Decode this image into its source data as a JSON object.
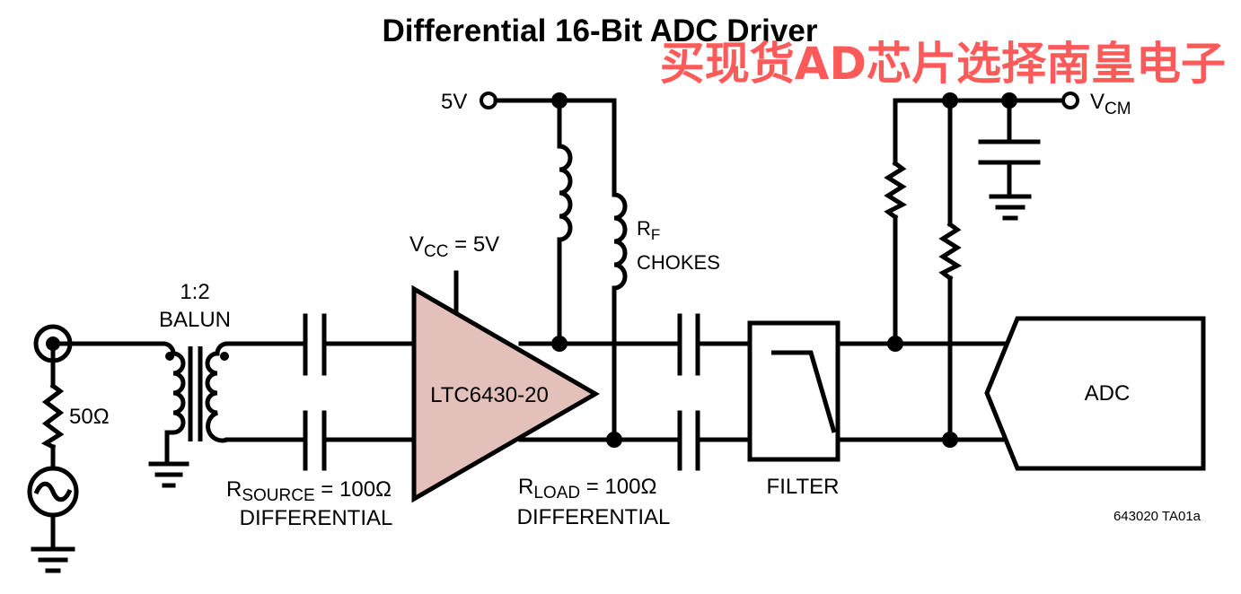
{
  "title": "Differential 16-Bit ADC Driver",
  "supply": {
    "label": "5V"
  },
  "vcm": {
    "label_main": "V",
    "label_sub": "CM"
  },
  "vcc": {
    "label_main": "V",
    "label_sub": "CC",
    "label_rest": " = 5V"
  },
  "balun": {
    "ratio": "1:2",
    "name": "BALUN"
  },
  "source_resistor": {
    "value": "50Ω"
  },
  "rsource": {
    "main": "R",
    "sub": "SOURCE",
    "rest": " = 100Ω",
    "line2": "DIFFERENTIAL"
  },
  "rload": {
    "main": "R",
    "sub": "LOAD",
    "rest": " = 100Ω",
    "line2": "DIFFERENTIAL"
  },
  "amplifier": {
    "part": "LTC6430-20",
    "fill": "#e4c0ba"
  },
  "chokes": {
    "line1_main": "R",
    "line1_sub": "F",
    "line2": "CHOKES"
  },
  "filter": {
    "label": "FILTER"
  },
  "adc": {
    "label": "ADC"
  },
  "figure_id": "643020 TA01a",
  "watermark": {
    "text": "买现货AD芯片选择南皇电子",
    "color": "#ff5a5a"
  }
}
